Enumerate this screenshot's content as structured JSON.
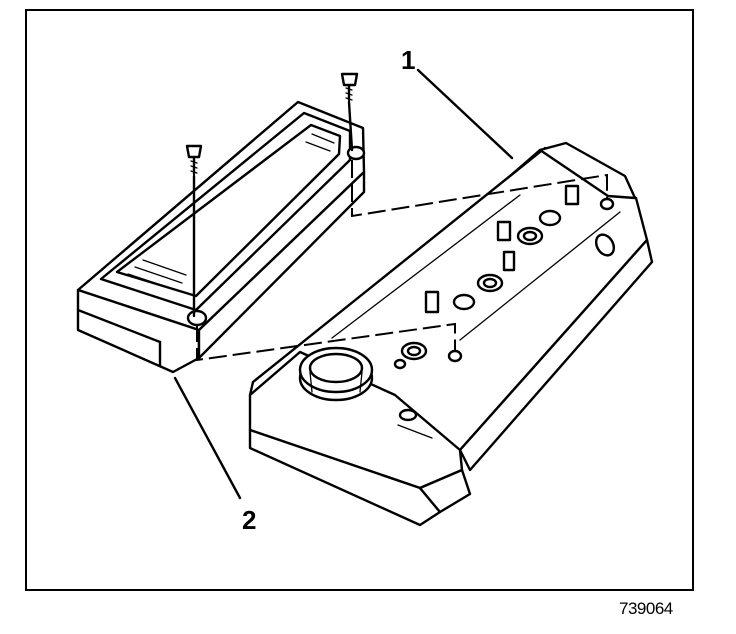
{
  "callouts": {
    "one": "1",
    "two": "2"
  },
  "figure_id": "739064"
}
